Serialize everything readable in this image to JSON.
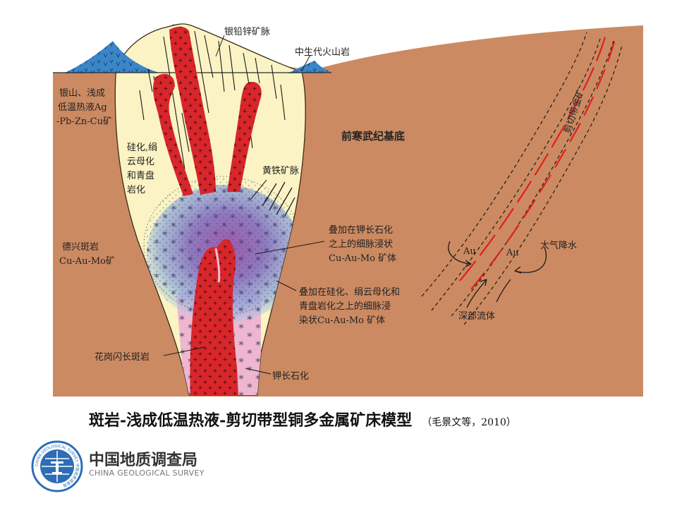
{
  "labels": {
    "ag_pb_zn_vein": "银铅锌矿脉",
    "mesozoic_volcanic": "中生代火山岩",
    "deposit_type_line1": "银山、浅成",
    "deposit_type_line2": "低温热液Ag",
    "deposit_type_line3": "-Pb-Zn-Cu矿",
    "basement": "前寒武纪基底",
    "alteration_line1": "硅化,绢",
    "alteration_line2": "云母化",
    "alteration_line3": "和青盘",
    "alteration_line4": "岩化",
    "pyrite_vein": "黄铁矿脉",
    "shear_zone_gold": "剪切带金矿",
    "dexing_line1": "德兴斑岩",
    "dexing_line2": "Cu-Au-Mo矿",
    "k_overprint_line1": "叠加在钾长石化",
    "k_overprint_line2": "之上的细脉浸状",
    "k_overprint_line3": "Cu-Au-Mo 矿体",
    "au_left": "Au",
    "au_right": "Au",
    "meteoric_water": "大气降水",
    "silica_overprint_line1": "叠加在硅化、绢云母化和",
    "silica_overprint_line2": "青盘岩化之上的细脉浸",
    "silica_overprint_line3": "染状Cu-Au-Mo 矿体",
    "deep_fluid": "深部流体",
    "granodiorite_porphyry": "花岗闪长斑岩",
    "k_feldspathization": "钾长石化"
  },
  "caption": {
    "title": "斑岩-浅成低温热液-剪切带型铜多金属矿床模型",
    "citation": "（毛景文等，2010）"
  },
  "org": {
    "name_cn": "中国地质调查局",
    "name_en": "CHINA GEOLOGICAL SURVEY",
    "logo_ring_text": "CHINA GEOLOGICAL SURVEY 中国地质调查局"
  },
  "colors": {
    "basement": "#cc8a62",
    "alteration": "#fbf3c4",
    "volcanic": "#3a86c8",
    "porphyry": "#d8262b",
    "k_feldspar": "#efb6cf",
    "purple_core": "#9b7bc4",
    "shear_red": "#e02020",
    "logo_blue": "#2c6db5"
  }
}
